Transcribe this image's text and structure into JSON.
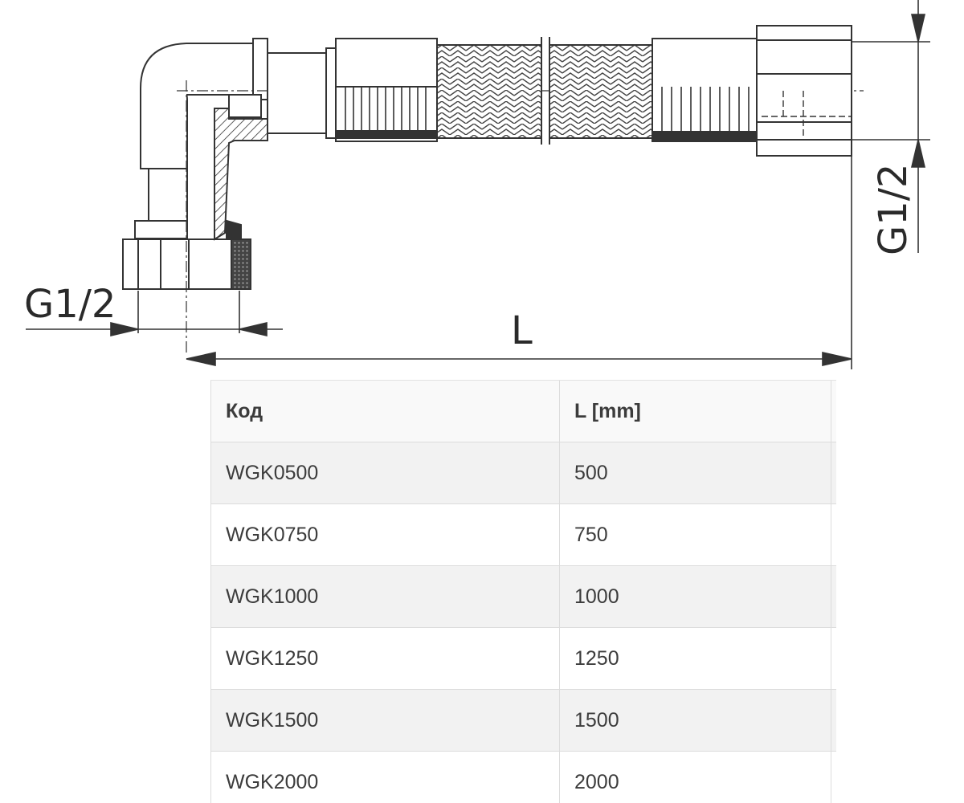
{
  "diagram": {
    "label_left": "G1/2",
    "label_right": "G1/2",
    "label_length": "L"
  },
  "table": {
    "headers": [
      "Код",
      "L [mm]"
    ],
    "rows": [
      [
        "WGK0500",
        "500"
      ],
      [
        "WGK0750",
        "750"
      ],
      [
        "WGK1000",
        "1000"
      ],
      [
        "WGK1250",
        "1250"
      ],
      [
        "WGK1500",
        "1500"
      ],
      [
        "WGK2000",
        "2000"
      ]
    ]
  }
}
